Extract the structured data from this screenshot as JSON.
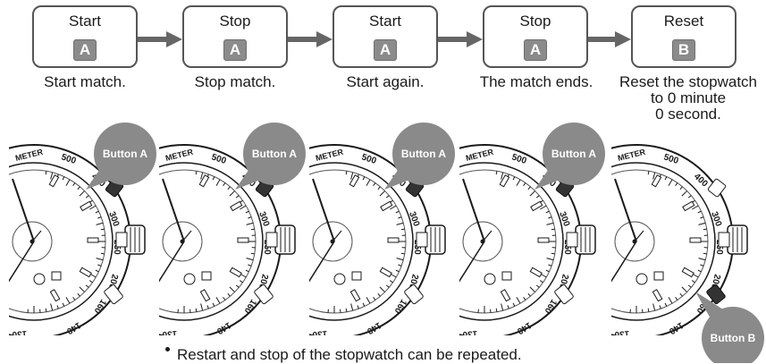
{
  "steps": [
    {
      "title": "Start",
      "key": "A",
      "caption": "Start match."
    },
    {
      "title": "Stop",
      "key": "A",
      "caption": "Stop match."
    },
    {
      "title": "Start",
      "key": "A",
      "caption": "Start again."
    },
    {
      "title": "Stop",
      "key": "A",
      "caption": "The match ends."
    },
    {
      "title": "Reset",
      "key": "B",
      "caption_lines": [
        "Reset the stopwatch",
        "to 0 minute",
        "0 second."
      ]
    }
  ],
  "callouts": {
    "button_a": "Button A",
    "button_b": "Button B"
  },
  "dial_numbers": [
    "500",
    "400",
    "300",
    "250",
    "200",
    "160",
    "140",
    "130"
  ],
  "dial_word": "METER",
  "note": "Restart and stop of the stopwatch can be repeated.",
  "colors": {
    "key_fill": "#8b8b8b",
    "arrow": "#666666",
    "callout": "#8a8a8a",
    "box_border": "#555555"
  }
}
